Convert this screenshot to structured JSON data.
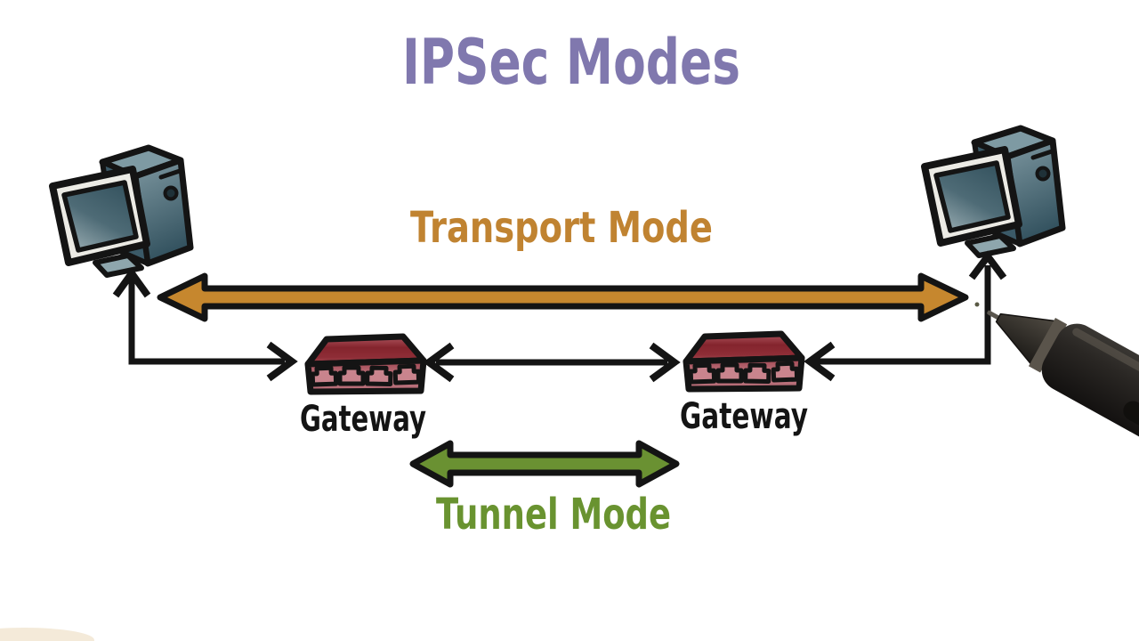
{
  "title": {
    "text": "IPSec Modes"
  },
  "modes": {
    "transport": {
      "label": "Transport Mode"
    },
    "tunnel": {
      "label": "Tunnel Mode"
    }
  },
  "devices": {
    "computer_left": {
      "type": "desktop computer"
    },
    "computer_right": {
      "type": "desktop computer"
    },
    "gateway_left": {
      "label": "Gateway"
    },
    "gateway_right": {
      "label": "Gateway"
    }
  },
  "icons": {
    "computer": "desktop-computer-icon",
    "gateway": "network-switch-icon",
    "pen": "stylus-pen-icon"
  },
  "colors": {
    "background": "#ffffff",
    "outline": "#141414",
    "title_purple": "#8078ae",
    "transport_orange_text": "#c08331",
    "transport_arrow_fill": "#c6872e",
    "tunnel_green_text": "#699330",
    "tunnel_arrow_fill": "#6a9132",
    "gateway_top_red": "#8e2d36",
    "gateway_front_red": "#bb6b75",
    "computer_screen_teal": "#4c6a77",
    "pen_dark": "#26231f"
  }
}
